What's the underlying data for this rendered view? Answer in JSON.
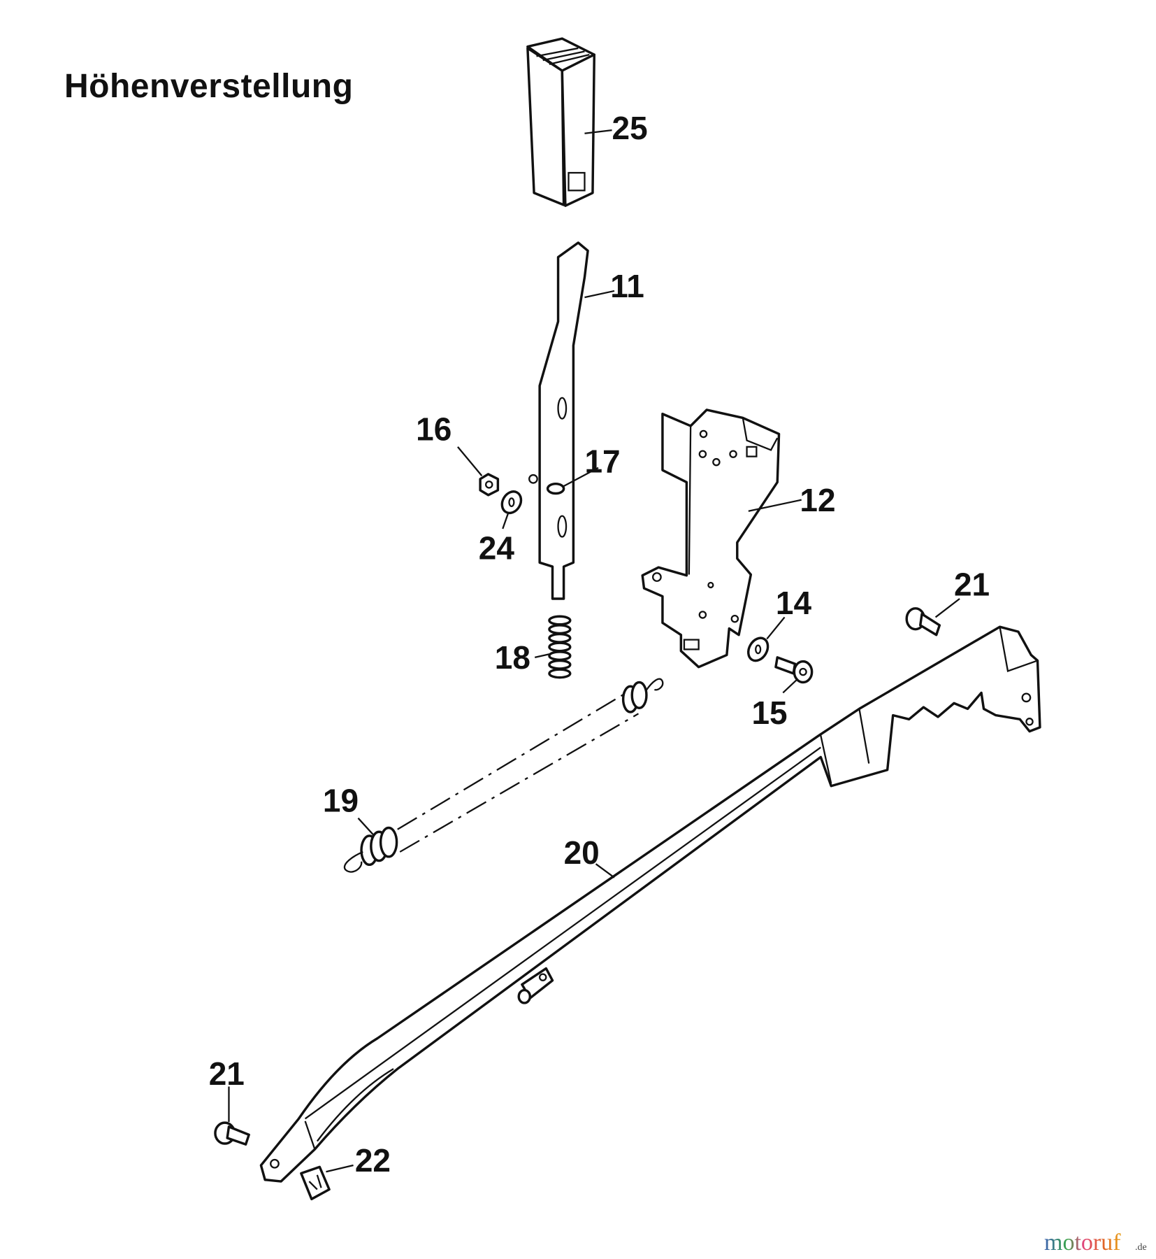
{
  "title": "Höhenverstellung",
  "callouts": {
    "p25": "25",
    "p11": "11",
    "p16": "16",
    "p17": "17",
    "p12": "12",
    "p24": "24",
    "p14": "14",
    "p21a": "21",
    "p18": "18",
    "p15": "15",
    "p19": "19",
    "p20": "20",
    "p21b": "21",
    "p22": "22"
  },
  "watermark": {
    "name": "motoruf",
    "tld": ".de"
  },
  "colors": {
    "line": "#111111",
    "background": "#ffffff"
  }
}
